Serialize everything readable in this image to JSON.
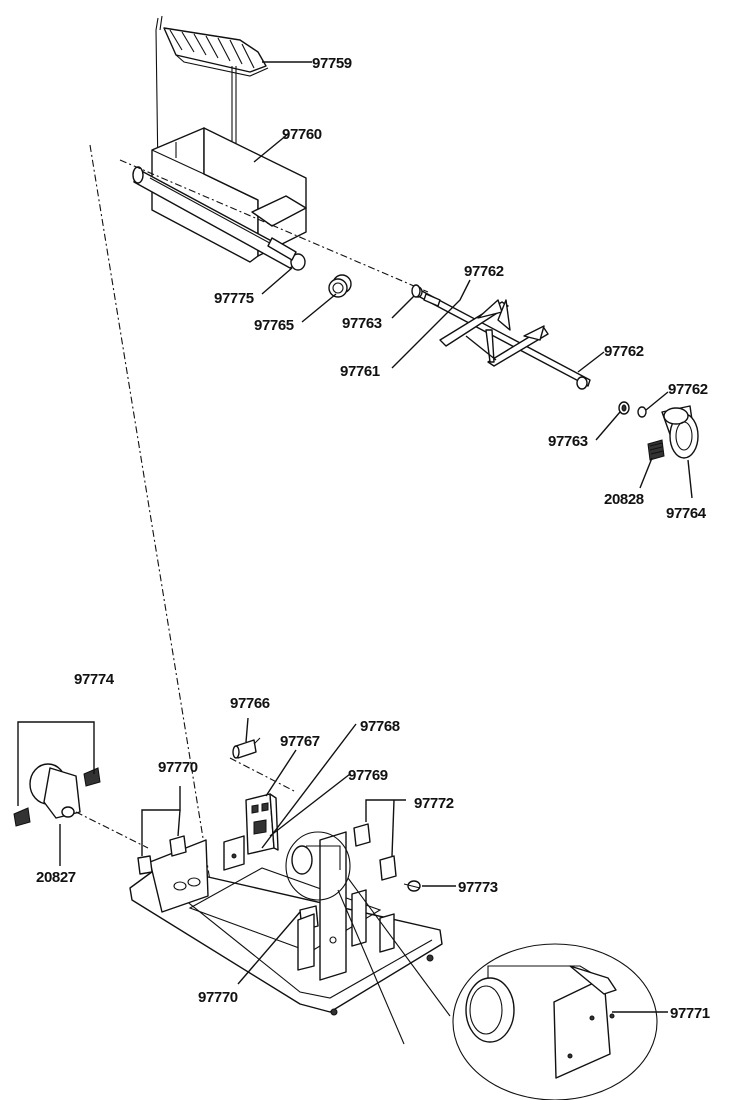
{
  "diagram": {
    "part_labels": {
      "p97759": "97759",
      "p97760": "97760",
      "p97775": "97775",
      "p97765": "97765",
      "p97763a": "97763",
      "p97762a": "97762",
      "p97761": "97761",
      "p97762b": "97762",
      "p97762c": "97762",
      "p97763b": "97763",
      "p20828": "20828",
      "p97764": "97764",
      "p97774": "97774",
      "p97766": "97766",
      "p97767": "97767",
      "p97768": "97768",
      "p97769": "97769",
      "p97770a": "97770",
      "p97772": "97772",
      "p20827": "20827",
      "p97773": "97773",
      "p97770b": "97770",
      "p97771": "97771"
    }
  }
}
